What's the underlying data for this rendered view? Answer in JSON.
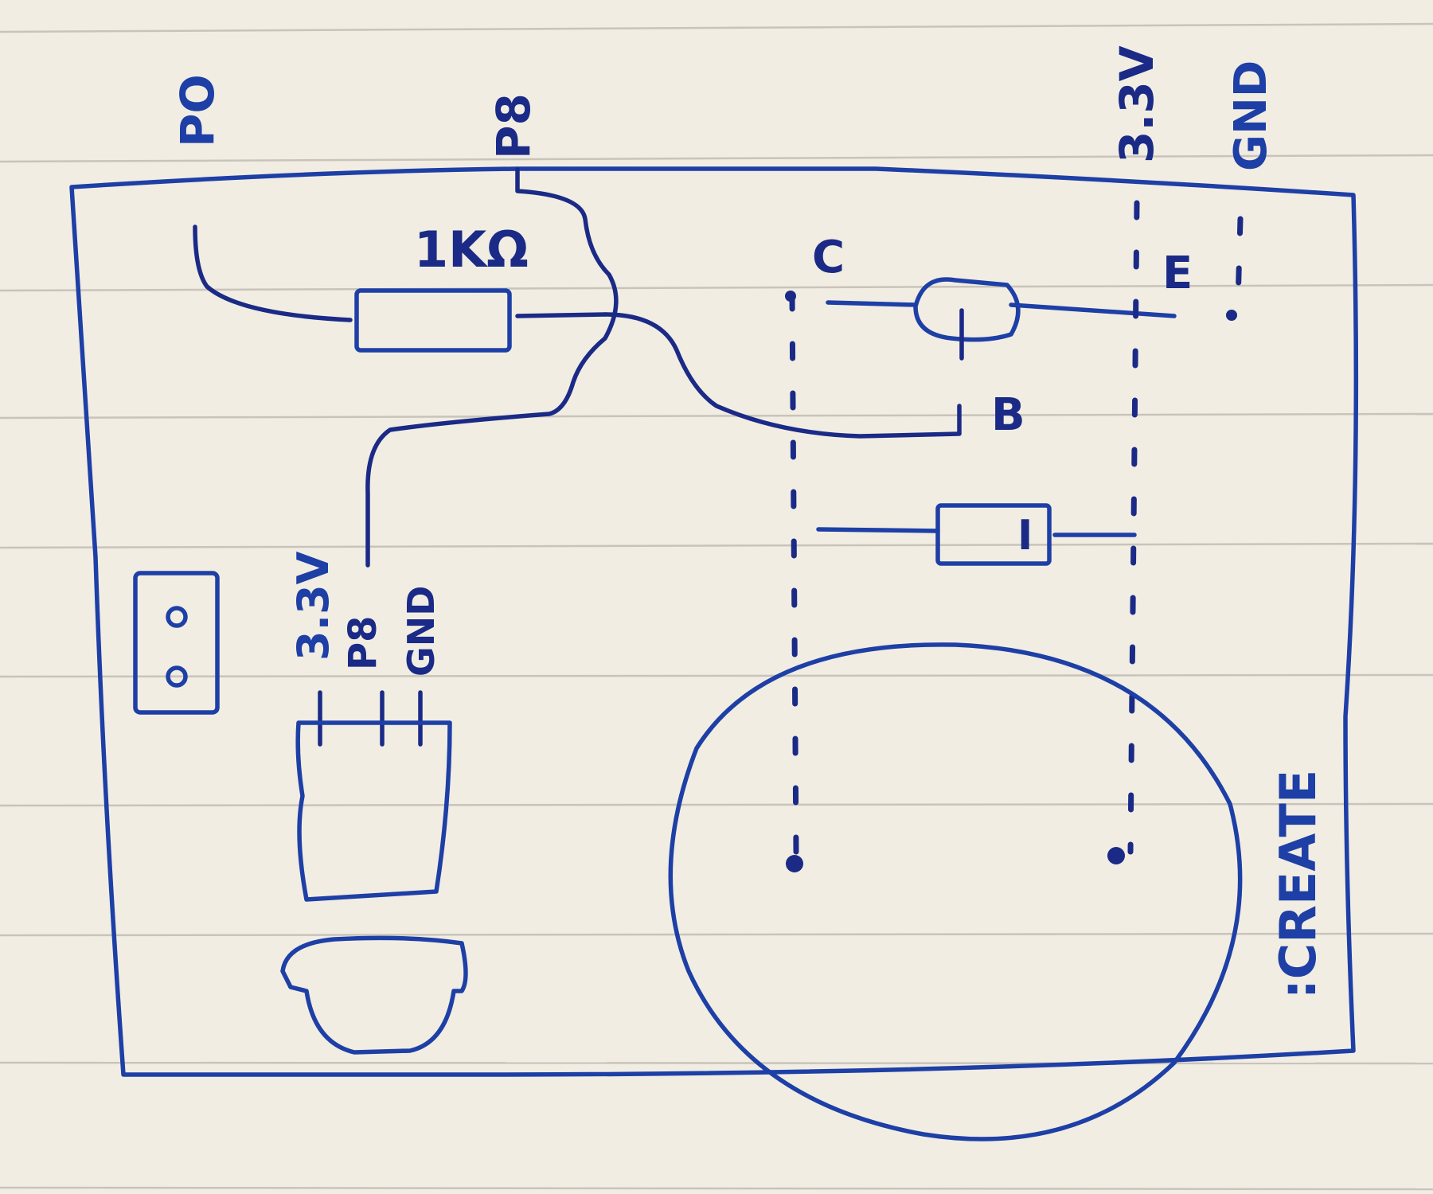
{
  "labels": {
    "p0": "PO",
    "p8_top": "P8",
    "rail_33v": "3.3V",
    "rail_gnd": "GND",
    "resistor": "1KΩ",
    "collector": "C",
    "emitter": "E",
    "base": "B",
    "diode_mark": "I",
    "connector_33v": "3.3V",
    "connector_p8": "P8",
    "connector_gnd": "GND",
    "brand": ":CREATE"
  },
  "colors": {
    "ink": "#1d3fa6",
    "ink_dark": "#1a2a86",
    "paper": "#f1ede3",
    "rule": "#c8c4bb"
  },
  "icons": {
    "battery_holder": "two-hole-board-icon",
    "connector": "three-pin-header-icon",
    "buzzer": "buzzer-icon",
    "transistor": "transistor-icon",
    "diode": "diode-icon",
    "vibration_motor": "motor-disc-icon"
  }
}
